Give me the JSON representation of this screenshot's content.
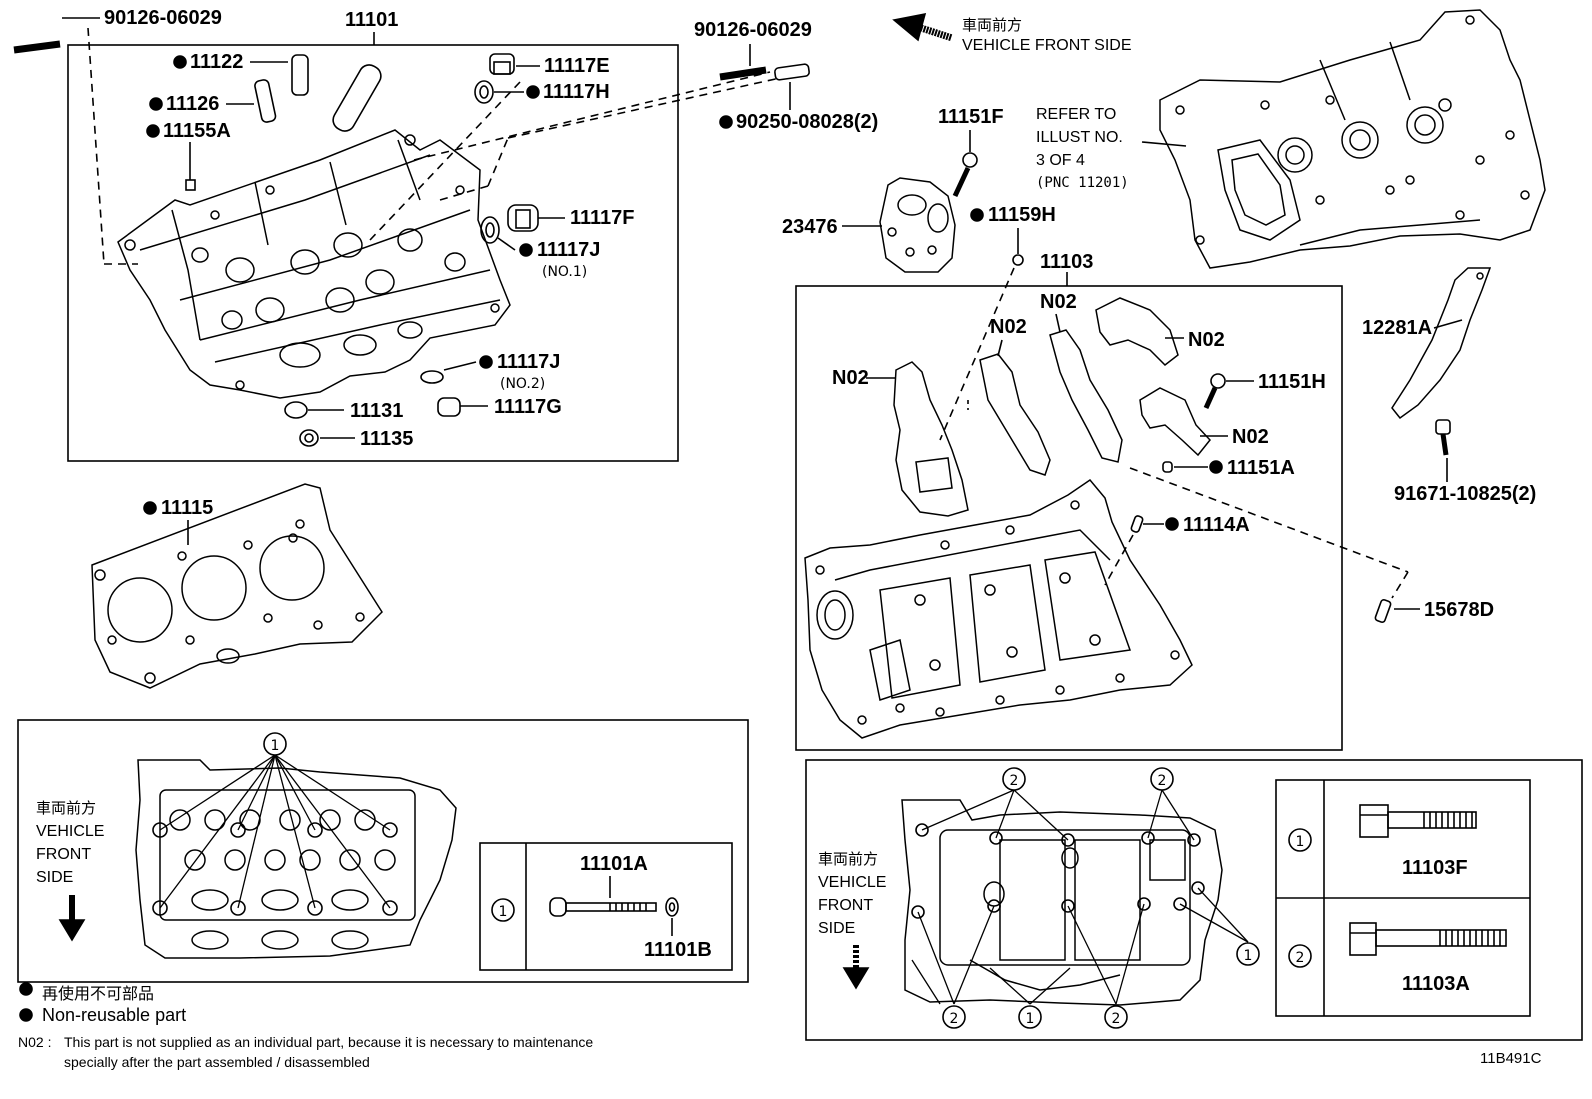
{
  "diagram_code": "11B491C",
  "front_label": {
    "jp": "車両前方",
    "en": "VEHICLE FRONT SIDE",
    "en_lines": [
      "VEHICLE",
      "FRONT",
      "SIDE"
    ]
  },
  "parts": {
    "p90126_a": "90126-06029",
    "p11101": "11101",
    "p11122": "11122",
    "p11126": "11126",
    "p11155A": "11155A",
    "p11117E": "11117E",
    "p11117H": "11117H",
    "p90126_b": "90126-06029",
    "p90250": "90250-08028(2)",
    "p11117F": "11117F",
    "p11117J1": "11117J",
    "p11117J1_sub": "(NO.1)",
    "p11117J2": "11117J",
    "p11117J2_sub": "(NO.2)",
    "p11131": "11131",
    "p11117G": "11117G",
    "p11135": "11135",
    "p11115": "11115",
    "p11151F": "11151F",
    "p23476": "23476",
    "p11159H": "11159H",
    "p11103": "11103",
    "p12281A": "12281A",
    "p91671": "91671-10825(2)",
    "p11151H": "11151H",
    "p11151A": "11151A",
    "p11114A": "11114A",
    "p15678D": "15678D",
    "n02": "N02"
  },
  "refer": [
    "REFER TO",
    "ILLUST NO.",
    "3 OF 4",
    "(PNC 11201)"
  ],
  "legend_table_left": {
    "num": "1",
    "bolt": "11101A",
    "washer": "11101B"
  },
  "legend_table_right": [
    {
      "num": "1",
      "bolt": "11103F"
    },
    {
      "num": "2",
      "bolt": "11103A"
    }
  ],
  "callouts": {
    "one": "1",
    "two": "2"
  },
  "notes": {
    "jp": "再使用不可部品",
    "en": "Non-reusable part",
    "n02_key": "N02 :",
    "n02_line1": "This part is not supplied as an individual part, because it is necessary to maintenance",
    "n02_line2": "specially after the part assembled / disassembled"
  }
}
